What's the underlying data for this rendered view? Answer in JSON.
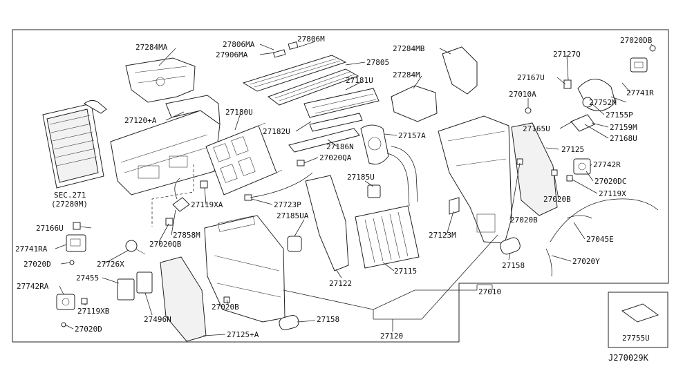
{
  "labels": {
    "p27284MA": "27284MA",
    "p27806MA": "27806MA",
    "p27806M": "27806M",
    "p27906MA": "27906MA",
    "p27805": "27805",
    "p27284MB": "27284MB",
    "p27020DB": "27020DB",
    "p27127Q": "27127Q",
    "p27181U": "27181U",
    "p27284M": "27284M",
    "p27167U": "27167U",
    "p27741R": "27741R",
    "p27752M": "27752M",
    "p27120A": "27120+A",
    "p27180U": "27180U",
    "p27010A": "27010A",
    "p27155P": "27155P",
    "p27182U": "27182U",
    "p27165U": "27165U",
    "p27159M": "27159M",
    "p27157A": "27157A",
    "p27168U": "27168U",
    "p27186N": "27186N",
    "p27125": "27125",
    "p27020QA": "27020QA",
    "p27742R": "27742R",
    "p27020DC": "27020DC",
    "pSEC271": "SEC.271",
    "p27280M": "(27280M)",
    "p27185U": "27185U",
    "p27119X": "27119X",
    "p27119XA": "27119XA",
    "p27723P": "27723P",
    "p27020B_r": "27020B",
    "p27166U": "27166U",
    "p27858M": "27858M",
    "p27185UA": "27185UA",
    "p27020B_m": "27020B",
    "p27045E": "27045E",
    "p27020QB": "27020QB",
    "p27123M": "27123M",
    "p27741RA": "27741RA",
    "p27020Y": "27020Y",
    "p27020D_a": "27020D",
    "p27726X": "27726X",
    "p27158_r": "27158",
    "p27115": "27115",
    "p27455": "27455",
    "p27122": "27122",
    "p27742RA": "27742RA",
    "p27119XB": "27119XB",
    "p27010": "27010",
    "p27020B_l": "27020B",
    "p27496N": "27496N",
    "p27158_b": "27158",
    "p27020D_b": "27020D",
    "p27125A": "27125+A",
    "p27120": "27120",
    "p27755U": "27755U",
    "diagram_code": "J270029K"
  }
}
